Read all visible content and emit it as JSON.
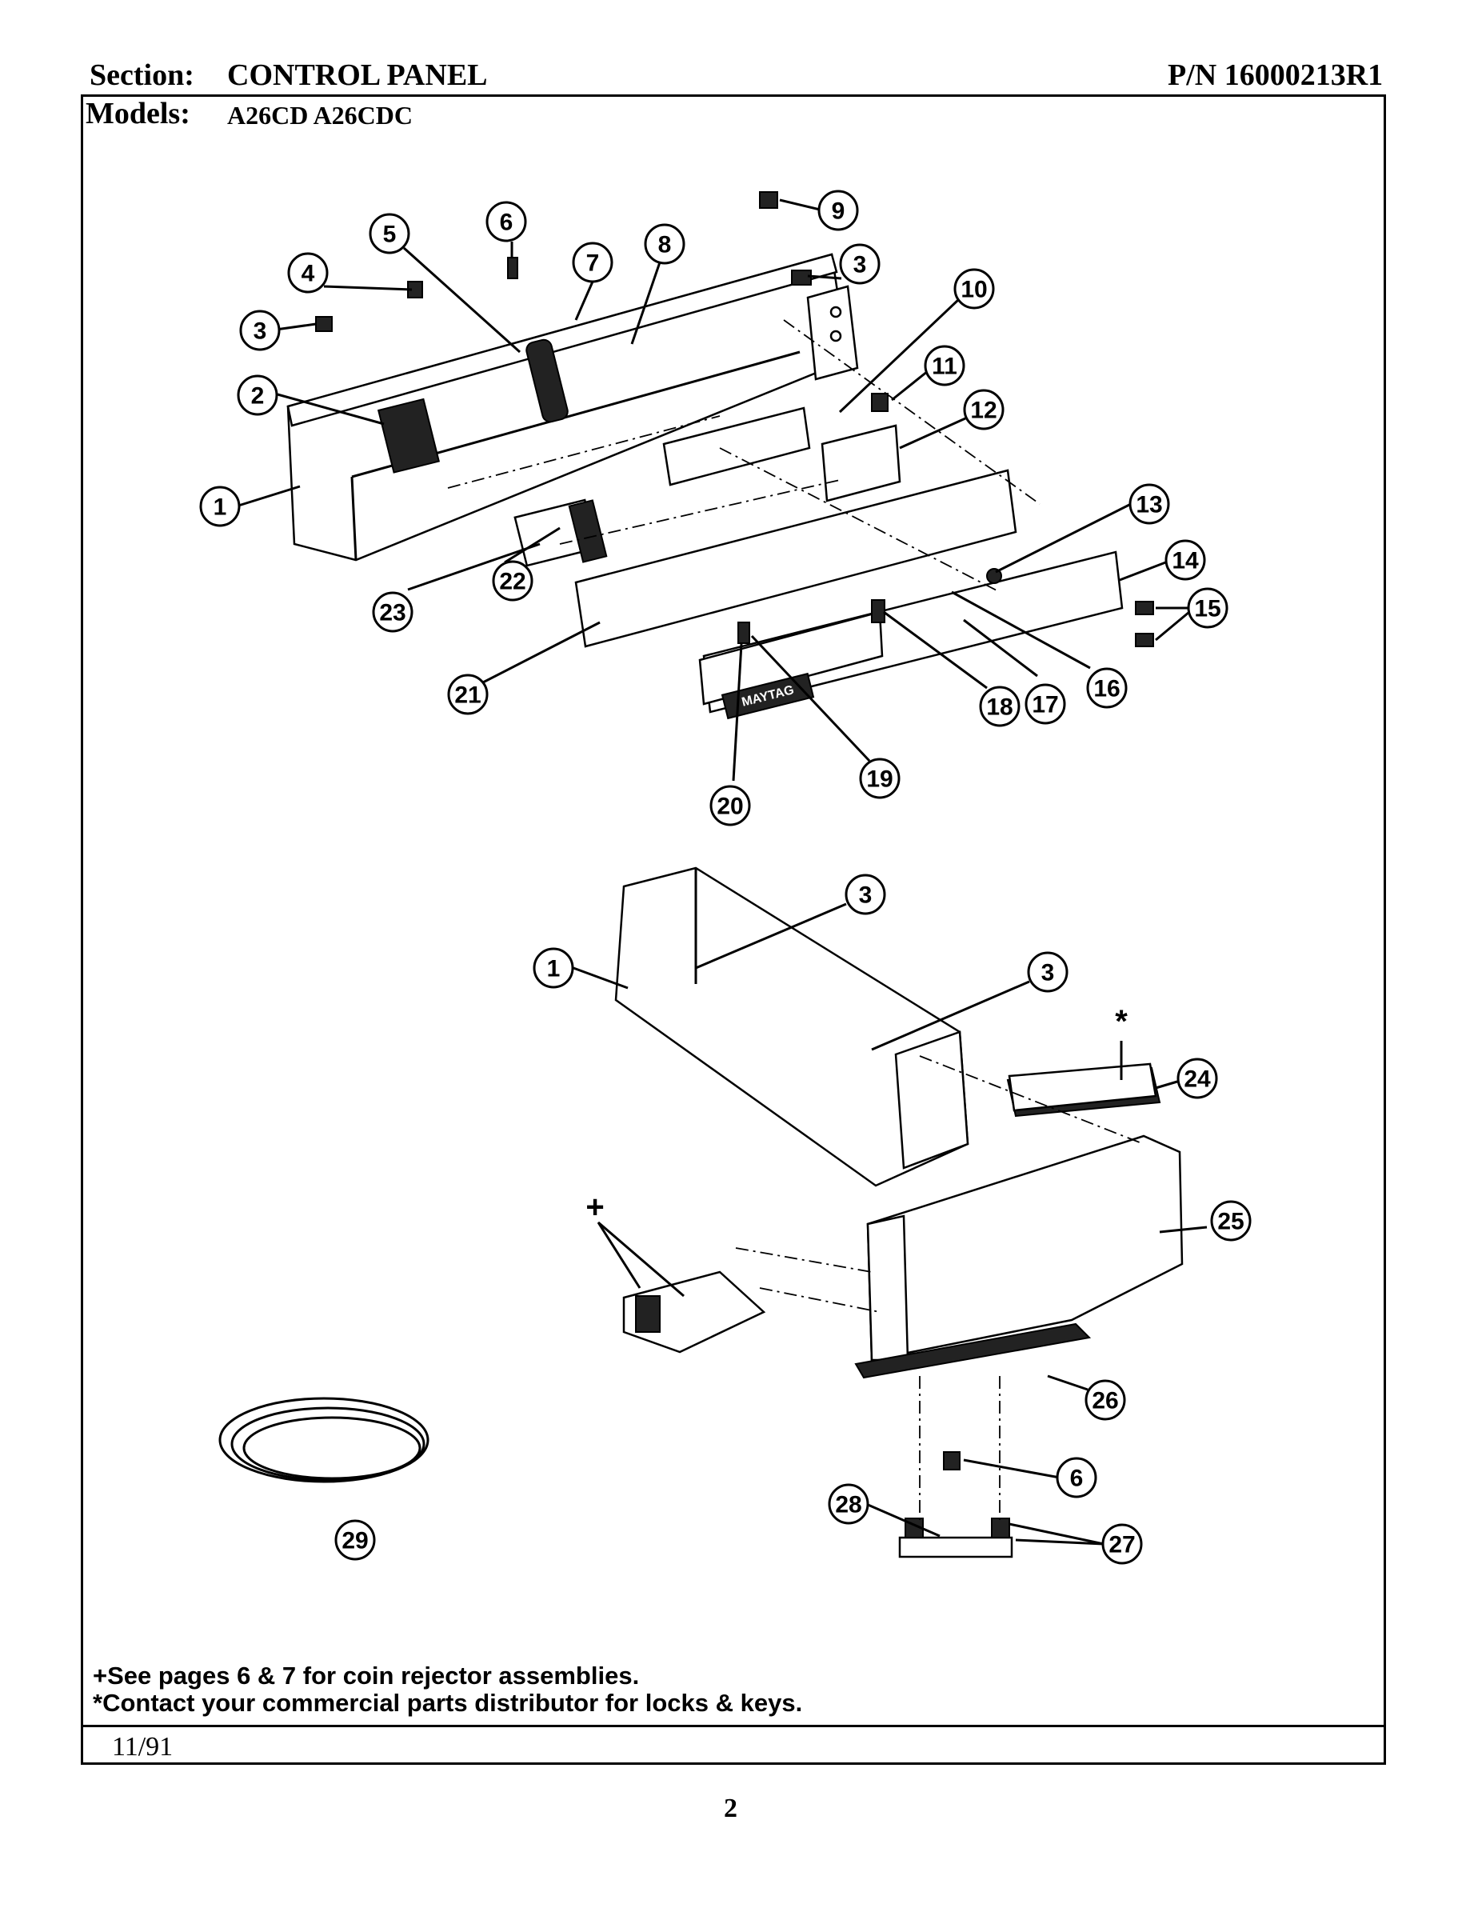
{
  "header": {
    "section_label": "Section:",
    "section_value": "CONTROL PANEL",
    "part_number": "P/N 16000213R1",
    "models_label": "Models:",
    "models_value": "A26CD  A26CDC"
  },
  "callouts": [
    {
      "id": "c1a",
      "label": "1"
    },
    {
      "id": "c2",
      "label": "2"
    },
    {
      "id": "c3a",
      "label": "3"
    },
    {
      "id": "c4",
      "label": "4"
    },
    {
      "id": "c5",
      "label": "5"
    },
    {
      "id": "c6a",
      "label": "6"
    },
    {
      "id": "c7",
      "label": "7"
    },
    {
      "id": "c8",
      "label": "8"
    },
    {
      "id": "c9",
      "label": "9"
    },
    {
      "id": "c3b",
      "label": "3"
    },
    {
      "id": "c10",
      "label": "10"
    },
    {
      "id": "c11",
      "label": "11"
    },
    {
      "id": "c12",
      "label": "12"
    },
    {
      "id": "c13",
      "label": "13"
    },
    {
      "id": "c14",
      "label": "14"
    },
    {
      "id": "c15",
      "label": "15"
    },
    {
      "id": "c16",
      "label": "16"
    },
    {
      "id": "c17",
      "label": "17"
    },
    {
      "id": "c18",
      "label": "18"
    },
    {
      "id": "c19",
      "label": "19"
    },
    {
      "id": "c20",
      "label": "20"
    },
    {
      "id": "c21",
      "label": "21"
    },
    {
      "id": "c22",
      "label": "22"
    },
    {
      "id": "c23",
      "label": "23"
    },
    {
      "id": "c3c",
      "label": "3"
    },
    {
      "id": "c1b",
      "label": "1"
    },
    {
      "id": "c3d",
      "label": "3"
    },
    {
      "id": "c24",
      "label": "24"
    },
    {
      "id": "c25",
      "label": "25"
    },
    {
      "id": "c26",
      "label": "26"
    },
    {
      "id": "c6b",
      "label": "6"
    },
    {
      "id": "c28",
      "label": "28"
    },
    {
      "id": "c27",
      "label": "27"
    },
    {
      "id": "c29",
      "label": "29"
    }
  ],
  "symbols": {
    "lock_marker": "*",
    "rejector_marker": "+"
  },
  "nameplate_text": "MAYTAG",
  "notes": [
    "+See pages 6 & 7 for coin rejector assemblies.",
    "*Contact your commercial parts distributor for locks & keys."
  ],
  "footer": {
    "date": "11/91",
    "page": "2"
  }
}
